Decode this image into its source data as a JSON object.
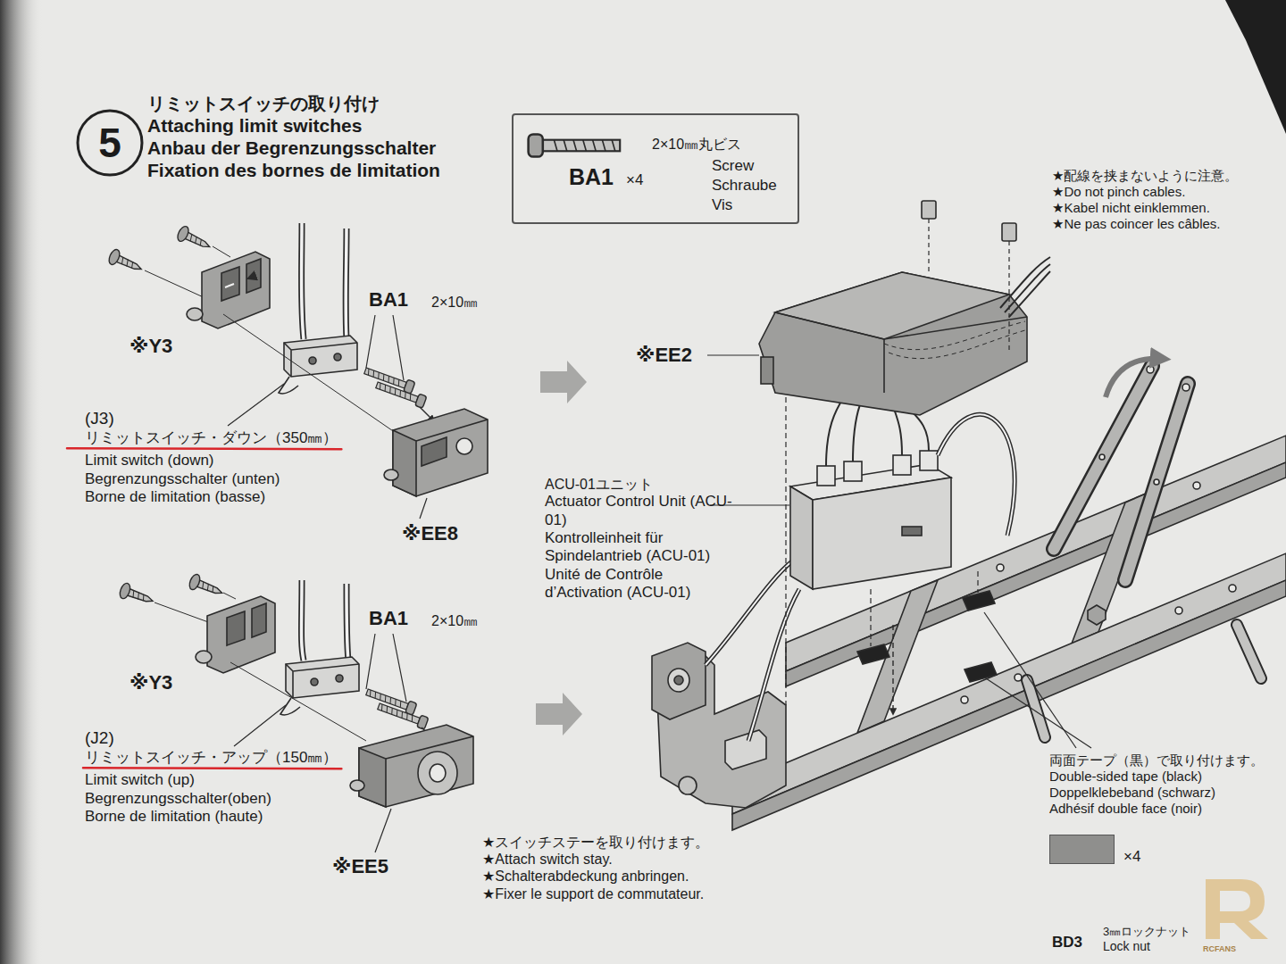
{
  "diagram": {
    "title": "リミットスイッチの取り付け",
    "nodes": [
      {
        "text": [
          "5"
        ]
      },
      {
        "text": [
          "2×10㎜丸ビス",
          "Screw",
          "Schraube",
          "Vis",
          "BA1",
          "×4"
        ]
      }
    ],
    "labels": [
      "Attaching limit switches",
      "Anbau der Begrenzungsschalter",
      "Fixation des bornes de limitation",
      "★配線を挟まないように注意。",
      "★Do not pinch cables.",
      "★Kabel nicht einklemmen.",
      "★Ne pas coincer les câbles.",
      "※Y3",
      "BA1",
      "2×10㎜",
      "(J3)",
      "リミットスイッチ・ダウン（350㎜）",
      "Limit switch (down)",
      "Begrenzungsschalter (unten)",
      "Borne de limitation (basse)",
      "※EE8",
      "※Y3",
      "BA1",
      "2×10㎜",
      "(J2)",
      "リミットスイッチ・アップ（150㎜）",
      "Limit switch (up)",
      "Begrenzungsschalter(oben)",
      "Borne de limitation (haute)",
      "※EE5",
      "※EE2",
      "ACU-01ユニット",
      "Actuator Control Unit (ACU-01)",
      "Kontrolleinheit für Spindelantrieb (ACU-01)",
      "Unité de Contrôle d’Activation (ACU-01)",
      "★スイッチステーを取り付けます。",
      "★Attach switch stay.",
      "★Schalterabdeckung anbringen.",
      "★Fixer le support de commutateur.",
      "両面テープ（黒）で取り付けます。",
      "Double-sided tape (black)",
      "Doppelklebeband (schwarz)",
      "Adhésif double face (noir)",
      "BD3",
      "3㎜ロックナット",
      "Lock nut",
      "RCFANS"
    ],
    "legend": [
      {
        "text": "×4",
        "color": "#8f8f8d"
      }
    ]
  }
}
